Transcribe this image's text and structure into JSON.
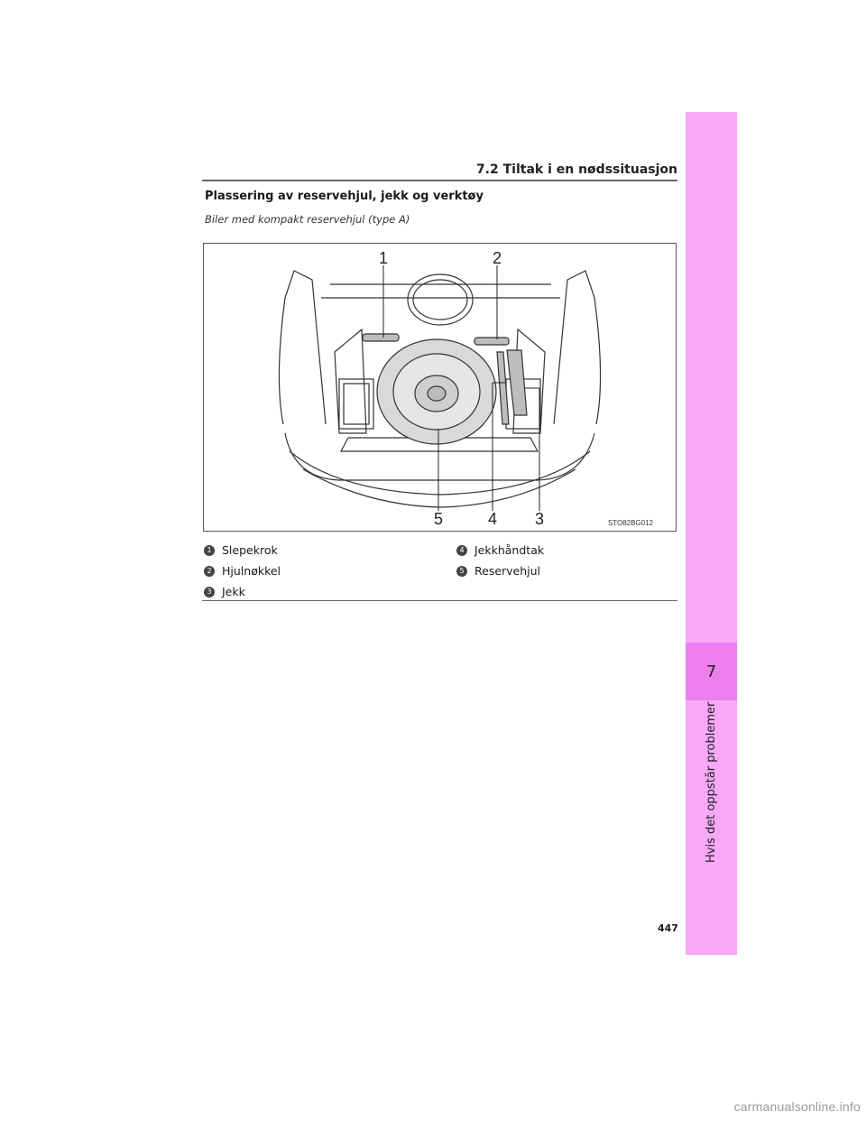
{
  "header": {
    "section": "7.2 Tiltak i en nødssituasjon"
  },
  "content": {
    "heading": "Plassering av reservehjul, jekk og verktøy",
    "subheading": "Biler med kompakt reservehjul (type A)"
  },
  "figure": {
    "code": "STO82BG012",
    "callouts": [
      "1",
      "2",
      "3",
      "4",
      "5"
    ]
  },
  "legend": {
    "items": [
      {
        "number": "1",
        "label": "Slepekrok"
      },
      {
        "number": "2",
        "label": "Hjulnøkkel"
      },
      {
        "number": "3",
        "label": "Jekk"
      },
      {
        "number": "4",
        "label": "Jekkhåndtak"
      },
      {
        "number": "5",
        "label": "Reservehjul"
      }
    ]
  },
  "side_tab": {
    "chapter_number": "7",
    "chapter_title": "Hvis det oppstår problemer",
    "color": "#f7a8f7",
    "highlight_color": "#ee7fee"
  },
  "page": {
    "number": "447"
  },
  "watermark": "carmanualsonline.info"
}
